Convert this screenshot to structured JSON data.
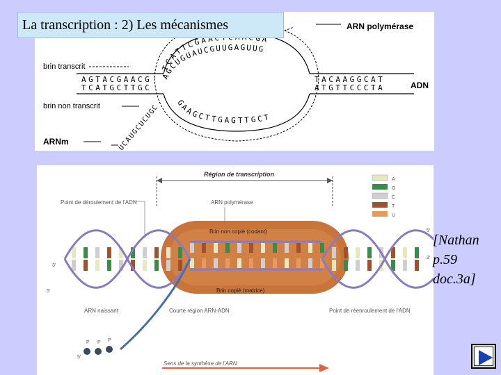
{
  "title": "La transcription : 2) Les mécanismes",
  "top_figure": {
    "rna_polymerase": "ARN polymérase",
    "strand_transcribed": "brin transcrit",
    "strand_not_transcribed": "brin non transcrit",
    "dna": "ADN",
    "mrna": "ARNm",
    "left_top_seq": "AGTACGAACG",
    "left_bottom_seq": "TCATGCTTGC",
    "right_top_seq": "TACAAGGCAT",
    "right_bottom_seq": "ATGTTCCCTA",
    "bubble_top_seq": "TCATTCGAACTCAACGA",
    "bubble_rna_seq": "AGCUGUAUCGUUGAGUUG",
    "bubble_bottom_seq": "GAAGCTTGAGTTGCT",
    "mrna_tail_seq": "UCAUGCUCUGC"
  },
  "bottom_figure": {
    "region_label": "Région de transcription",
    "unwinding_point": "Point de déroulement de l'ADN",
    "rna_polymerase": "ARN polymérase",
    "non_copied_strand": "Brin non copié (codant)",
    "copied_strand": "Brin copié (matrice)",
    "nascent_rna": "ARN naissant",
    "short_region": "Courte région ARN-ADN",
    "rewinding_point": "Point de réenroulement de l'ADN",
    "synthesis_direction": "Sens de la synthèse de l'ARN",
    "legend": [
      "A",
      "G",
      "C",
      "T",
      "U"
    ],
    "legend_colors": [
      "#e8e8c0",
      "#3a8a4a",
      "#cfcfcf",
      "#a0522d",
      "#e89a5a"
    ],
    "end_5_left": "5'",
    "end_3_left": "3'",
    "end_5_right": "5'",
    "end_3_right": "3'",
    "end_5_rna": "5'",
    "phosphate": [
      "P",
      "P",
      "P"
    ]
  },
  "citation": "[Nathan p.59 doc.3a]",
  "nav": {
    "next_label": "Next slide"
  }
}
